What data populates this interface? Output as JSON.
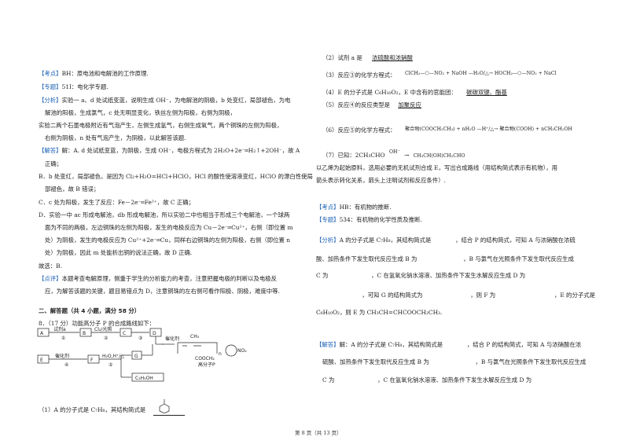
{
  "left": {
    "l1": "【考点】BH：原电池和电解池的工作原理.",
    "l2": "【专题】51I：电化学专题.",
    "l3": "【分析】实验一 a、d 处试纸变蓝，说明生成 OH⁻，为电解池的阴极，b 处变红，局部褪色，为电",
    "l4": "解池的阳极，生成氯气，c 处无明显变化，铁丝左侧为阳极，右侧为阴极，",
    "l5": "实验二两个石墨电极附近有气泡产生，左侧生成氢气，右侧生成氧气，两个铜珠的左侧为阳极，",
    "l6": "右侧为阴极，n 处有气泡产生，为阴极，以此解答该题.",
    "l7": "【解答】解：A. d 处试纸变蓝，为阴极，生成 OH⁻，电极方程式为 2H₂O+2e⁻═H₂↑+2OH⁻，故 A",
    "l8": "正确；",
    "l9": "B．b 处变红，局部褪色，是因为 Cl₂+H₂O=HCl+HClO，HCl 的酸性使溶液变红，HClO 的漂白性使局",
    "l10": "部褪色，故 B 错误；",
    "l11": "C．c 处为阳极，发生了反应：Fe－2e⁻═Fe²⁺，故 C 正确；",
    "l12": "D．实验一中 ac 形成电解池，db 形成电解池，所以实验二中也相当于形成三个电解池，一个球两",
    "l13": "面为不同的两极，左边铜珠的左侧为阳极，发生的电极反应为 Cu－2e⁻═Cu²⁺，右侧（即位置 m",
    "l14": "处）为阴极，发生的电极反应为 Cu²⁺+2e⁻═Cu，同样右边铜珠的左侧为阳极，右侧（即位置 n",
    "l15": "处）为阴极，因此 m 处能析出铜的说法正确，故 D 正确.",
    "l16": "故选：B.",
    "l17": "【点评】本题考查电解原理，侧重于学生的分析能力的考查，注意把握电极的判断以及电极反",
    "l18": "应，为解答该题的关键，题目易错点为 D，注意铜珠的左右侧可看作阳极、阴极，难度中等.",
    "section": "二、解答题（共 4 小题，满分 58 分）",
    "q8": "8．（17 分）功能高分子 P 的合成路线如下：",
    "q1": "（1）A 的分子式是 C₇H₈，其结构简式是",
    "diagram": {
      "A": "A",
      "B": "B",
      "C": "C",
      "D": "D",
      "E": "E",
      "F": "F",
      "G": "G",
      "r1": "试剂a",
      "r1n": "①",
      "r2": "Cl₂/光照",
      "r2n": "②",
      "r3": "③",
      "r4n": "④",
      "r4": "催化剂",
      "r5": "H₂O,H⁺/△",
      "r5n": "⑤",
      "c2h5oh": "C₂H₅OH",
      "cat": "催化剂",
      "ch3": "CH₃",
      "ester": "COOCH₂",
      "no2": "NO₂",
      "polymer": "高分子P",
      "n": "n"
    }
  },
  "right": {
    "q2": "（2）试剂 a 是",
    "q2a": "浓硫酸和浓硝酸",
    "q3": "（3）反应③的化学方程式：",
    "q3eq": "ClCH₂—⬡—NO₂ + NaOH —H₂O/△→ HOCH₂—⬡—NO₂ + NaCl",
    "q4": "（4）E 的分子式是 C₆H₁₀O₂，E 中含有的官能团：",
    "q4a": "碳碳双键、酯基",
    "q5": "（5）反应④的反应类型是",
    "q5a": "加聚反应",
    "q6": "（6）反应⑤的化学方程式：",
    "q6eq": "聚合物(COOCH₂CH₃) + nH₂O —H⁺/△→ 聚合物(COOH) + nCH₃CH₂OH",
    "q7": "（7）已知：2CH₃CHO",
    "q7b": "OH⁻",
    "q7c": "CH₃CH(OH)CH₂CHO",
    "q7d": "以乙烯为起始原料，选用必要的无机试剂合成 E，写出合成路线（用结构简式表示有机物），用",
    "q7e": "箭头表示转化关系，箭头上注明试剂和反应条件）.",
    "kd": "【考点】HB：有机物的推断.",
    "zt": "【专题】534：有机物的化学性质及推断.",
    "fx1": "【分析】A 的分子式是 C₇H₈，其结构简式是",
    "fx1b": "，结合 P 的结构简式，可知 A 与浓硝酸在浓硫",
    "fx2": "酸、加热条件下发生取代反应生成 B 为",
    "fx2b": "，B 与氯气在光照条件下发生取代反应生成",
    "fx3": "C 为",
    "fx3b": "，C 在氢氧化钠水溶液、加热条件下发生水解反应生成 D 为",
    "fx4": "，可知 G 的结构简式为",
    "fx4b": "，则 F 为",
    "fx4c": "，E 的分子式是",
    "fx5": "C₆H₁₀O₂，则 E 为 CH₃CH=CHCOOCH₂CH₃.",
    "jd1": "【解答】解：A 的分子式是 C₇H₈，其结构简式是",
    "jd1b": "，结合 P 的结构简式，可知 A 与浓硝酸在浓",
    "jd2": "硫酸、加热条件下发生取代反应生成 B 为",
    "jd2b": "，B 与氯气在光照条件下发生取代反应生成",
    "jd3": "C 为",
    "jd3b": "，C 在氢氧化钠水溶液、加热条件下发生水解反应生成 D 为"
  },
  "footer": "第 8 页（共 13 页）"
}
